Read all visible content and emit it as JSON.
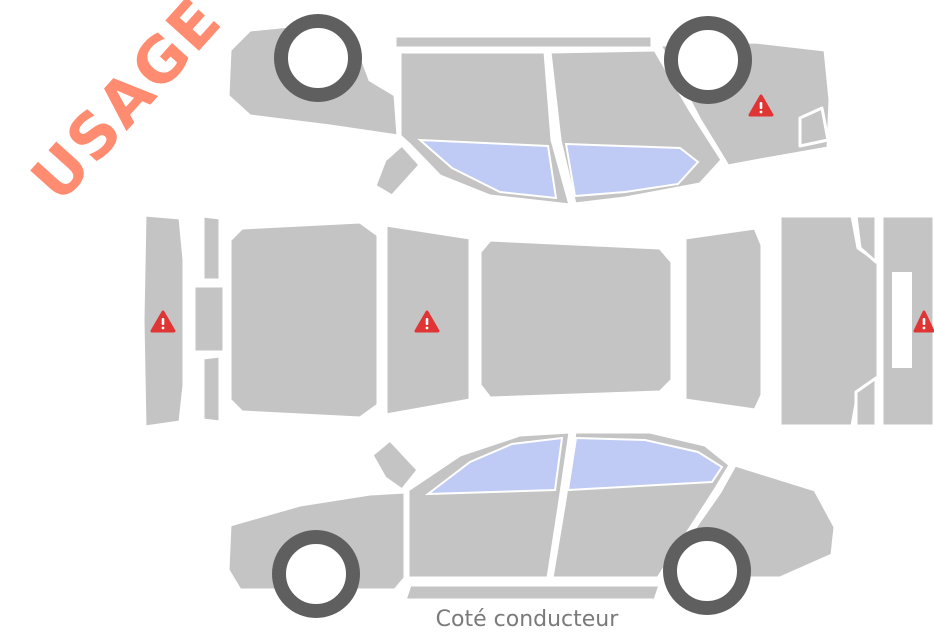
{
  "watermark": {
    "text": "USAGE",
    "color": "#ff8b70"
  },
  "caption": "Coté conducteur",
  "colors": {
    "panel": "#c4c4c4",
    "glass": "#bfcaf5",
    "tire": "#5f5f5f",
    "warning": "#e03535"
  },
  "views": [
    "passenger-side",
    "top",
    "driver-side"
  ],
  "warning_icons": [
    "warning-triangle-icon",
    "warning-triangle-icon",
    "warning-triangle-icon",
    "warning-triangle-icon"
  ]
}
